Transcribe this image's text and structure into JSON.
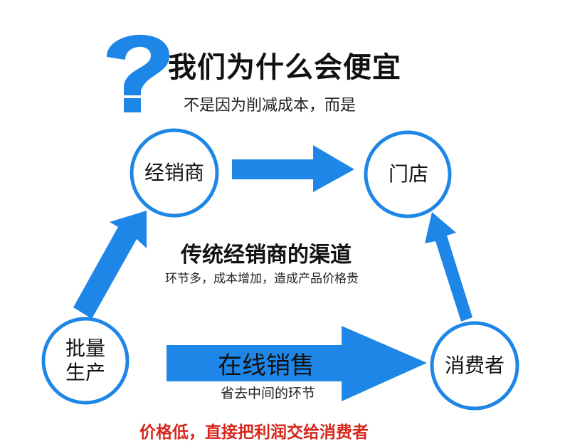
{
  "colors": {
    "accent": "#1e86e6",
    "circle_border": "#1e86e6",
    "highlight": "#d8261d"
  },
  "header": {
    "icon": "question-mark-icon",
    "title": "我们为什么会便宜",
    "subtitle": "不是因为削减成本，而是"
  },
  "nodes": {
    "distributor": "经销商",
    "store": "门店",
    "production_line1": "批量",
    "production_line2": "生产",
    "consumer": "消费者"
  },
  "traditional": {
    "title": "传统经销商的渠道",
    "note": "环节多，成本增加，造成产品价格贵"
  },
  "online": {
    "title": "在线销售",
    "note": "省去中间的环节"
  },
  "footer": "价格低，直接把利润交给消费者"
}
